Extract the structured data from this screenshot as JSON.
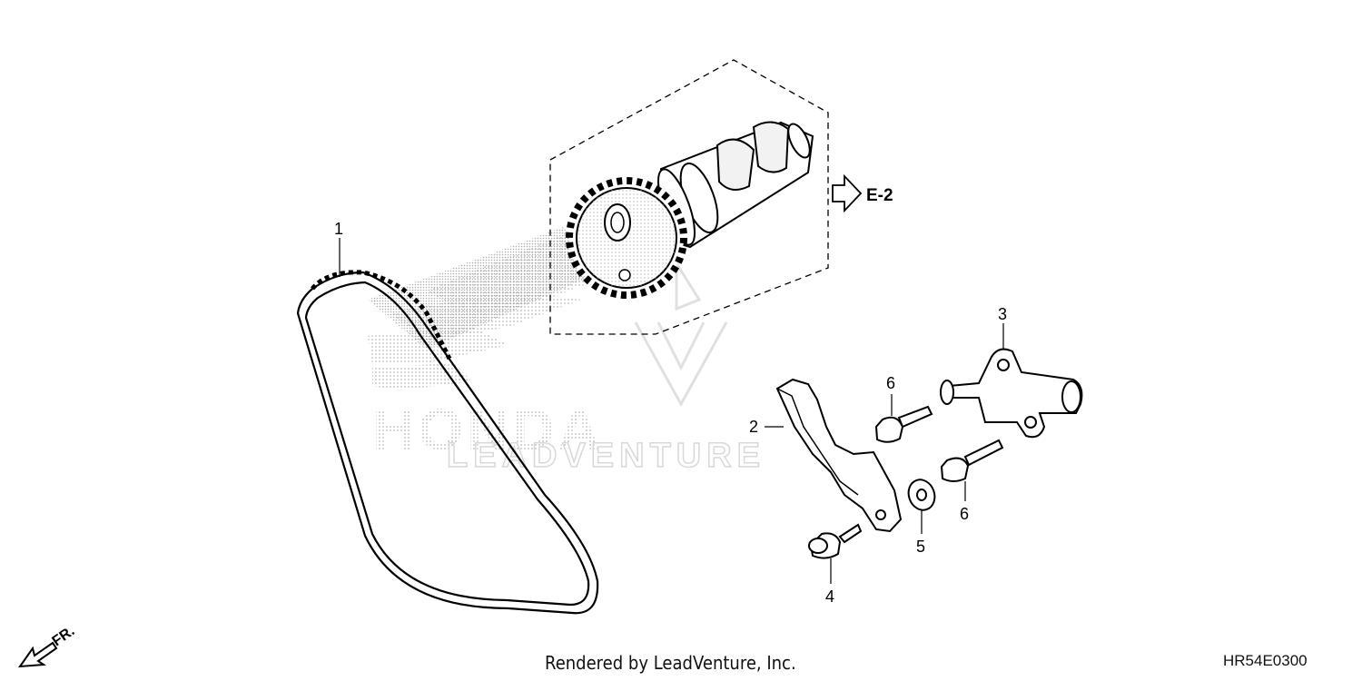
{
  "diagram": {
    "reference_label": "E-2",
    "front_indicator": "FR.",
    "diagram_code": "HR54E0300",
    "footer_credit": "Rendered by LeadVenture, Inc.",
    "watermark": {
      "brand": "HONDA",
      "company": "LEADVENTURE"
    },
    "callouts": {
      "cam_chain": "1",
      "tensioner_slipper": "2",
      "tensioner_lifter": "3",
      "bolt_slipper": "4",
      "washer": "5",
      "bolt_upper": "6",
      "bolt_lower": "6"
    }
  }
}
